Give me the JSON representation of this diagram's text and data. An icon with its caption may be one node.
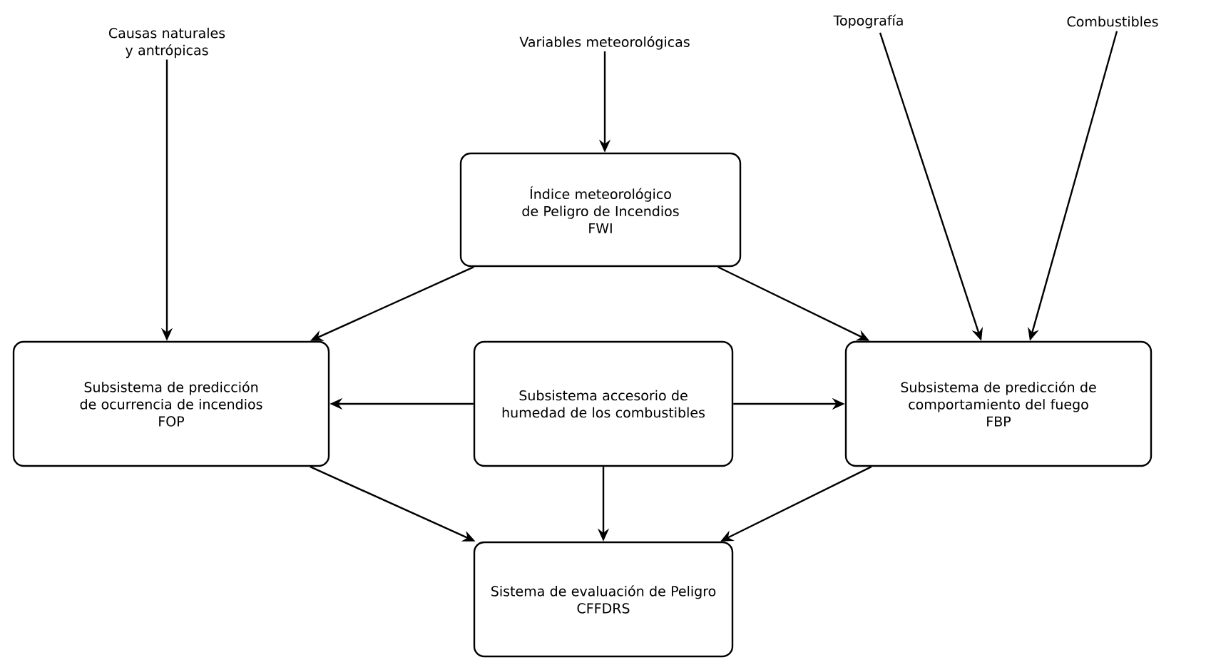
{
  "diagram": {
    "nodes": [
      {
        "text": [
          "Causas naturales y antrópicas"
        ]
      },
      {
        "text": [
          "Variables meteorológicas"
        ]
      },
      {
        "text": [
          "Topografía"
        ]
      },
      {
        "text": [
          "Combustibles"
        ]
      },
      {
        "text": [
          "Índice meteorológico de Peligro de Incendios",
          "FWI"
        ]
      },
      {
        "text": [
          "Subsistema de predicción de ocurrencia de incendios",
          "FOP"
        ]
      },
      {
        "text": [
          "Subsistema accesorio de humedad de los combustibles"
        ]
      },
      {
        "text": [
          "Subsistema de predicción de comportamiento del fuego",
          "FBP"
        ]
      },
      {
        "text": [
          "Sistema de evaluación de Peligro",
          "CFFDRS"
        ]
      }
    ],
    "edges": [
      {
        "from": 0,
        "to": 5,
        "arrow": "to"
      },
      {
        "from": 1,
        "to": 4,
        "arrow": "to"
      },
      {
        "from": 2,
        "to": 7,
        "arrow": "to"
      },
      {
        "from": 3,
        "to": 7,
        "arrow": "to"
      },
      {
        "from": 4,
        "to": 5,
        "arrow": "to"
      },
      {
        "from": 4,
        "to": 7,
        "arrow": "to"
      },
      {
        "from": 6,
        "to": 5,
        "arrow": "to"
      },
      {
        "from": 6,
        "to": 7,
        "arrow": "to"
      },
      {
        "from": 6,
        "to": 8,
        "arrow": "to"
      },
      {
        "from": 5,
        "to": 8,
        "arrow": "to"
      },
      {
        "from": 7,
        "to": 8,
        "arrow": "to"
      }
    ]
  }
}
